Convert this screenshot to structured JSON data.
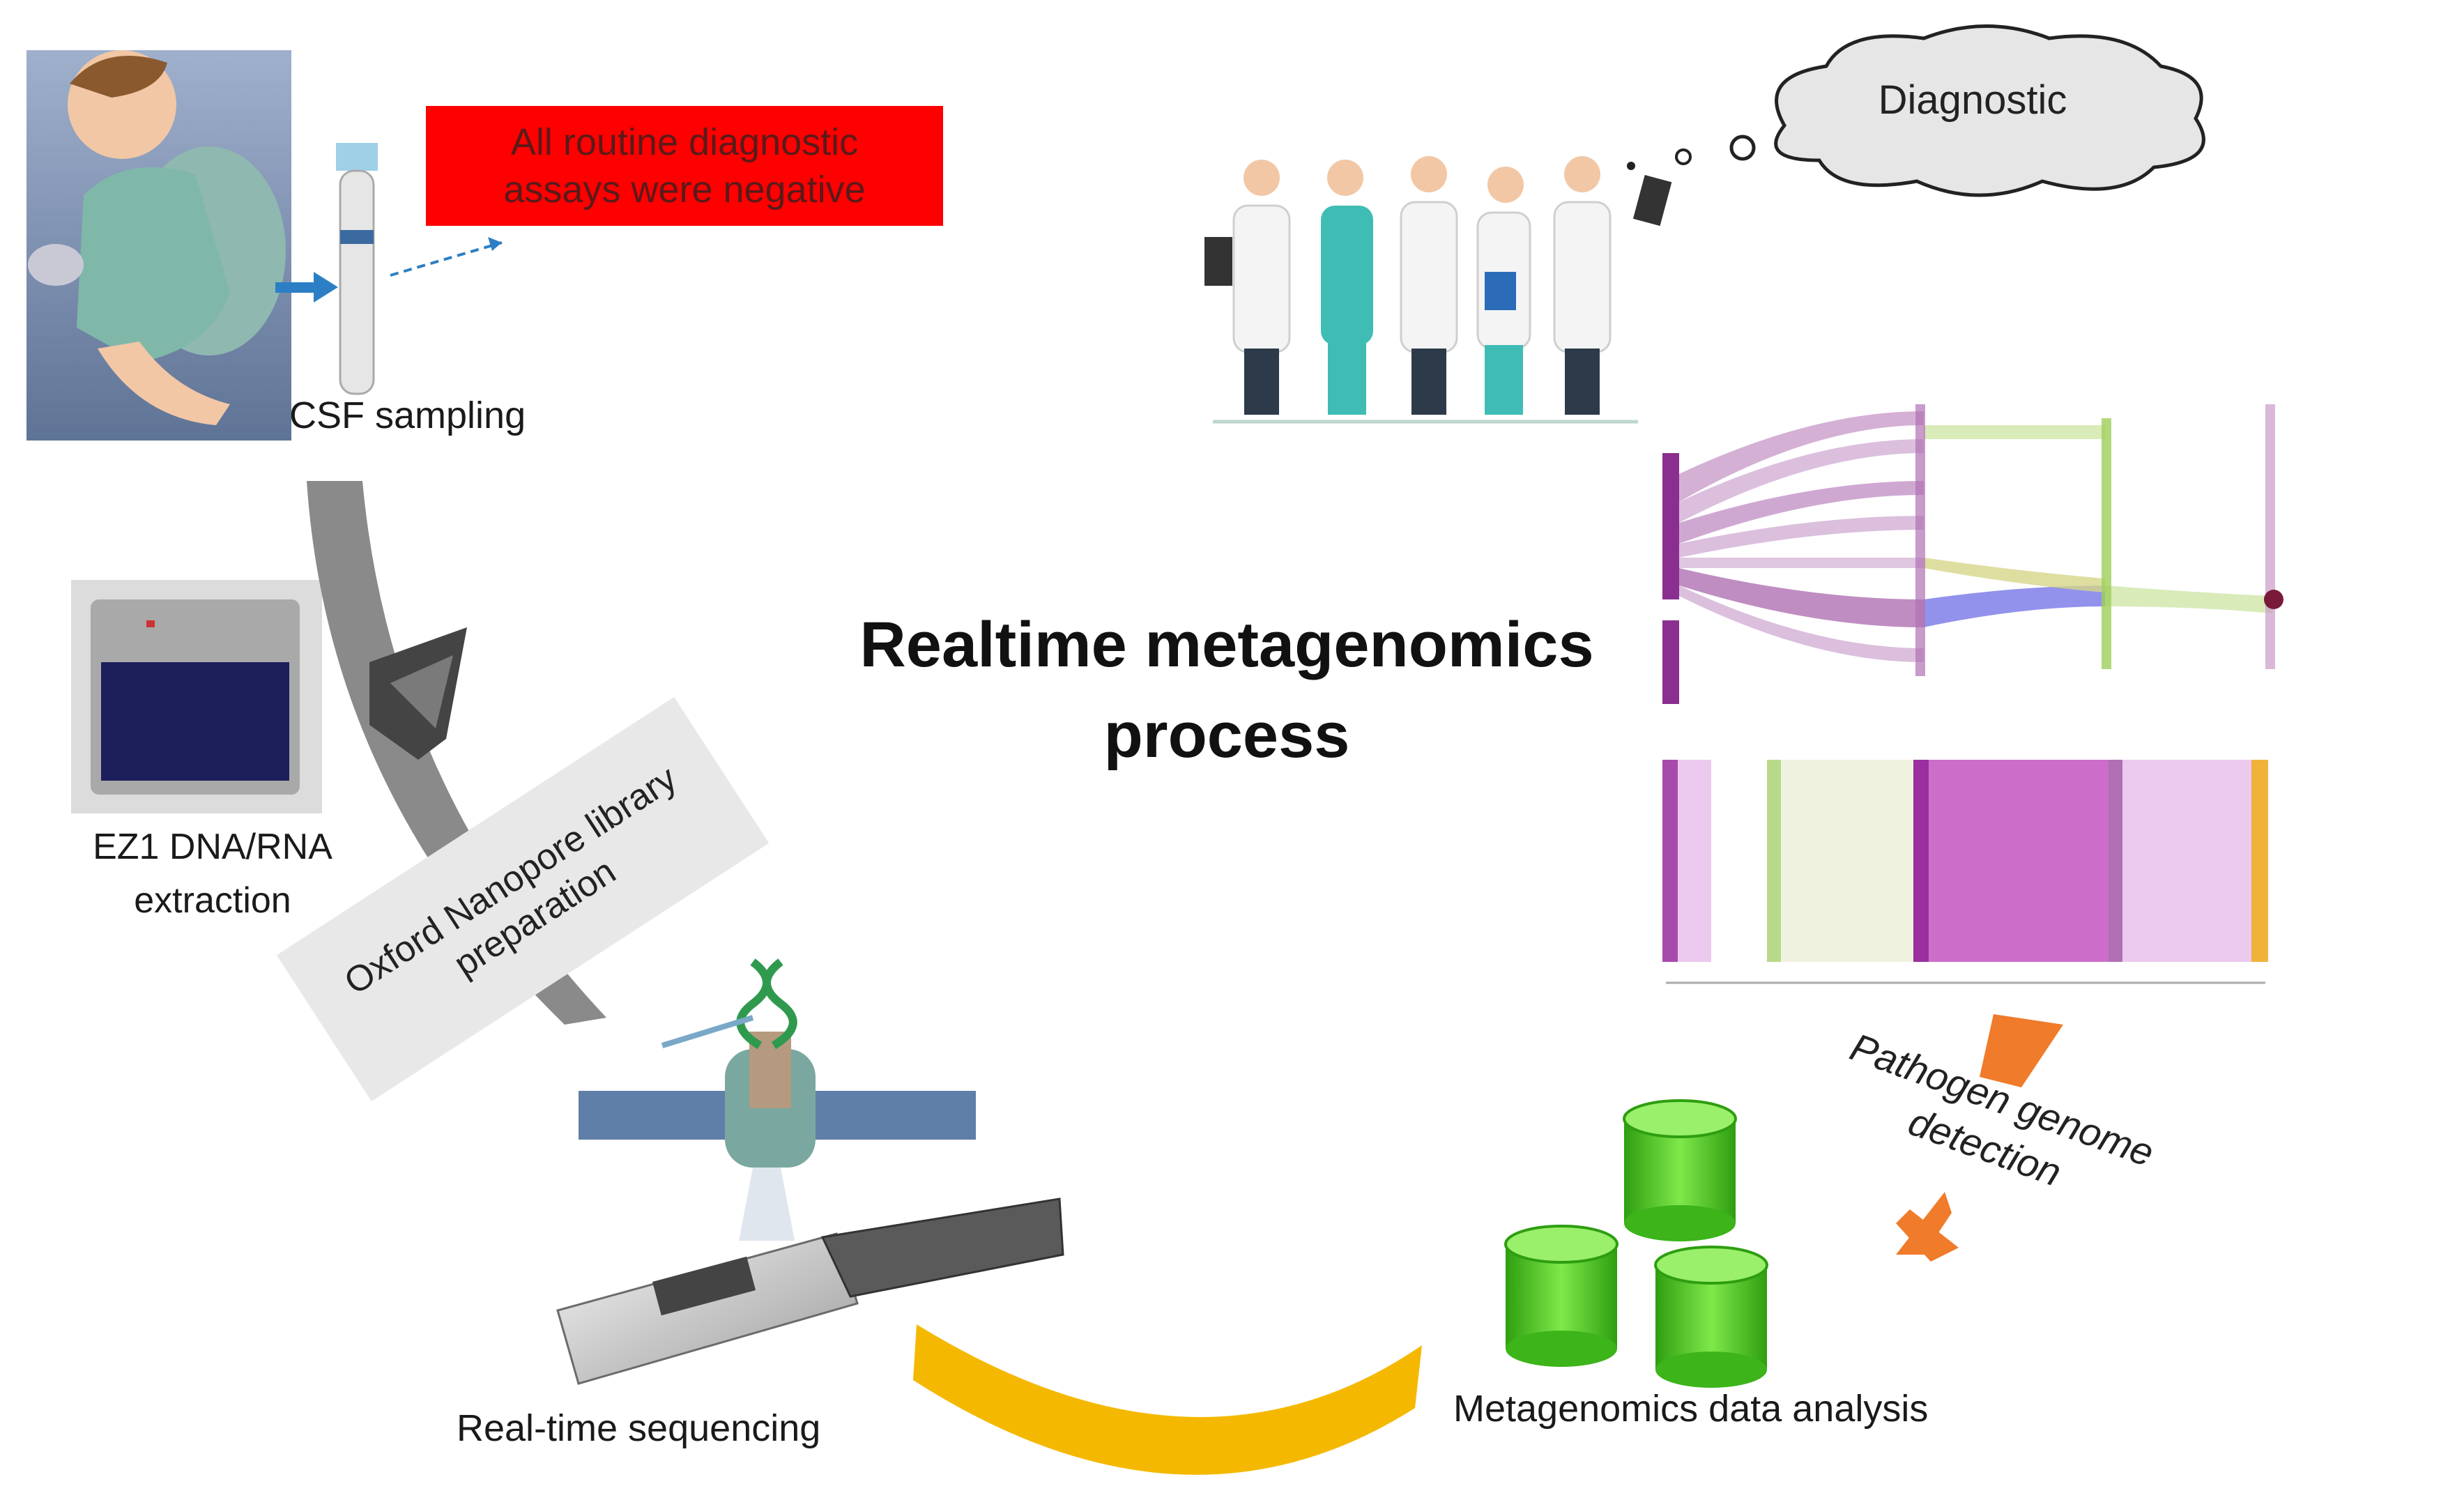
{
  "title": "Realtime metagenomics process",
  "alert": "All routine diagnostic assays were negative",
  "steps": {
    "csf_sampling": "CSF sampling",
    "extraction_line1": "EZ1 DNA/RNA",
    "extraction_line2": "extraction",
    "library_prep": "Oxford Nanopore library preparation",
    "sequencing": "Real-time sequencing",
    "data_analysis": "Metagenomics data analysis",
    "pathogen_detection": "Pathogen genome detection",
    "diagnostic": "Diagnostic"
  },
  "colors": {
    "alert_red": "#ff0000",
    "arrow_gray": "#8a8a8a",
    "arrow_yellow": "#f5b800",
    "arrow_orange": "#f07b2a",
    "database_green": "#5cd62a",
    "sankey_purple": "#9b3fa0"
  },
  "icons": [
    "patient-illustration",
    "csf-tube-icon",
    "extraction-instrument-icon",
    "nanopore-icon",
    "sequencer-icon",
    "database-icon",
    "medical-team-illustration",
    "thought-cloud-icon",
    "sankey-chart-icon"
  ]
}
